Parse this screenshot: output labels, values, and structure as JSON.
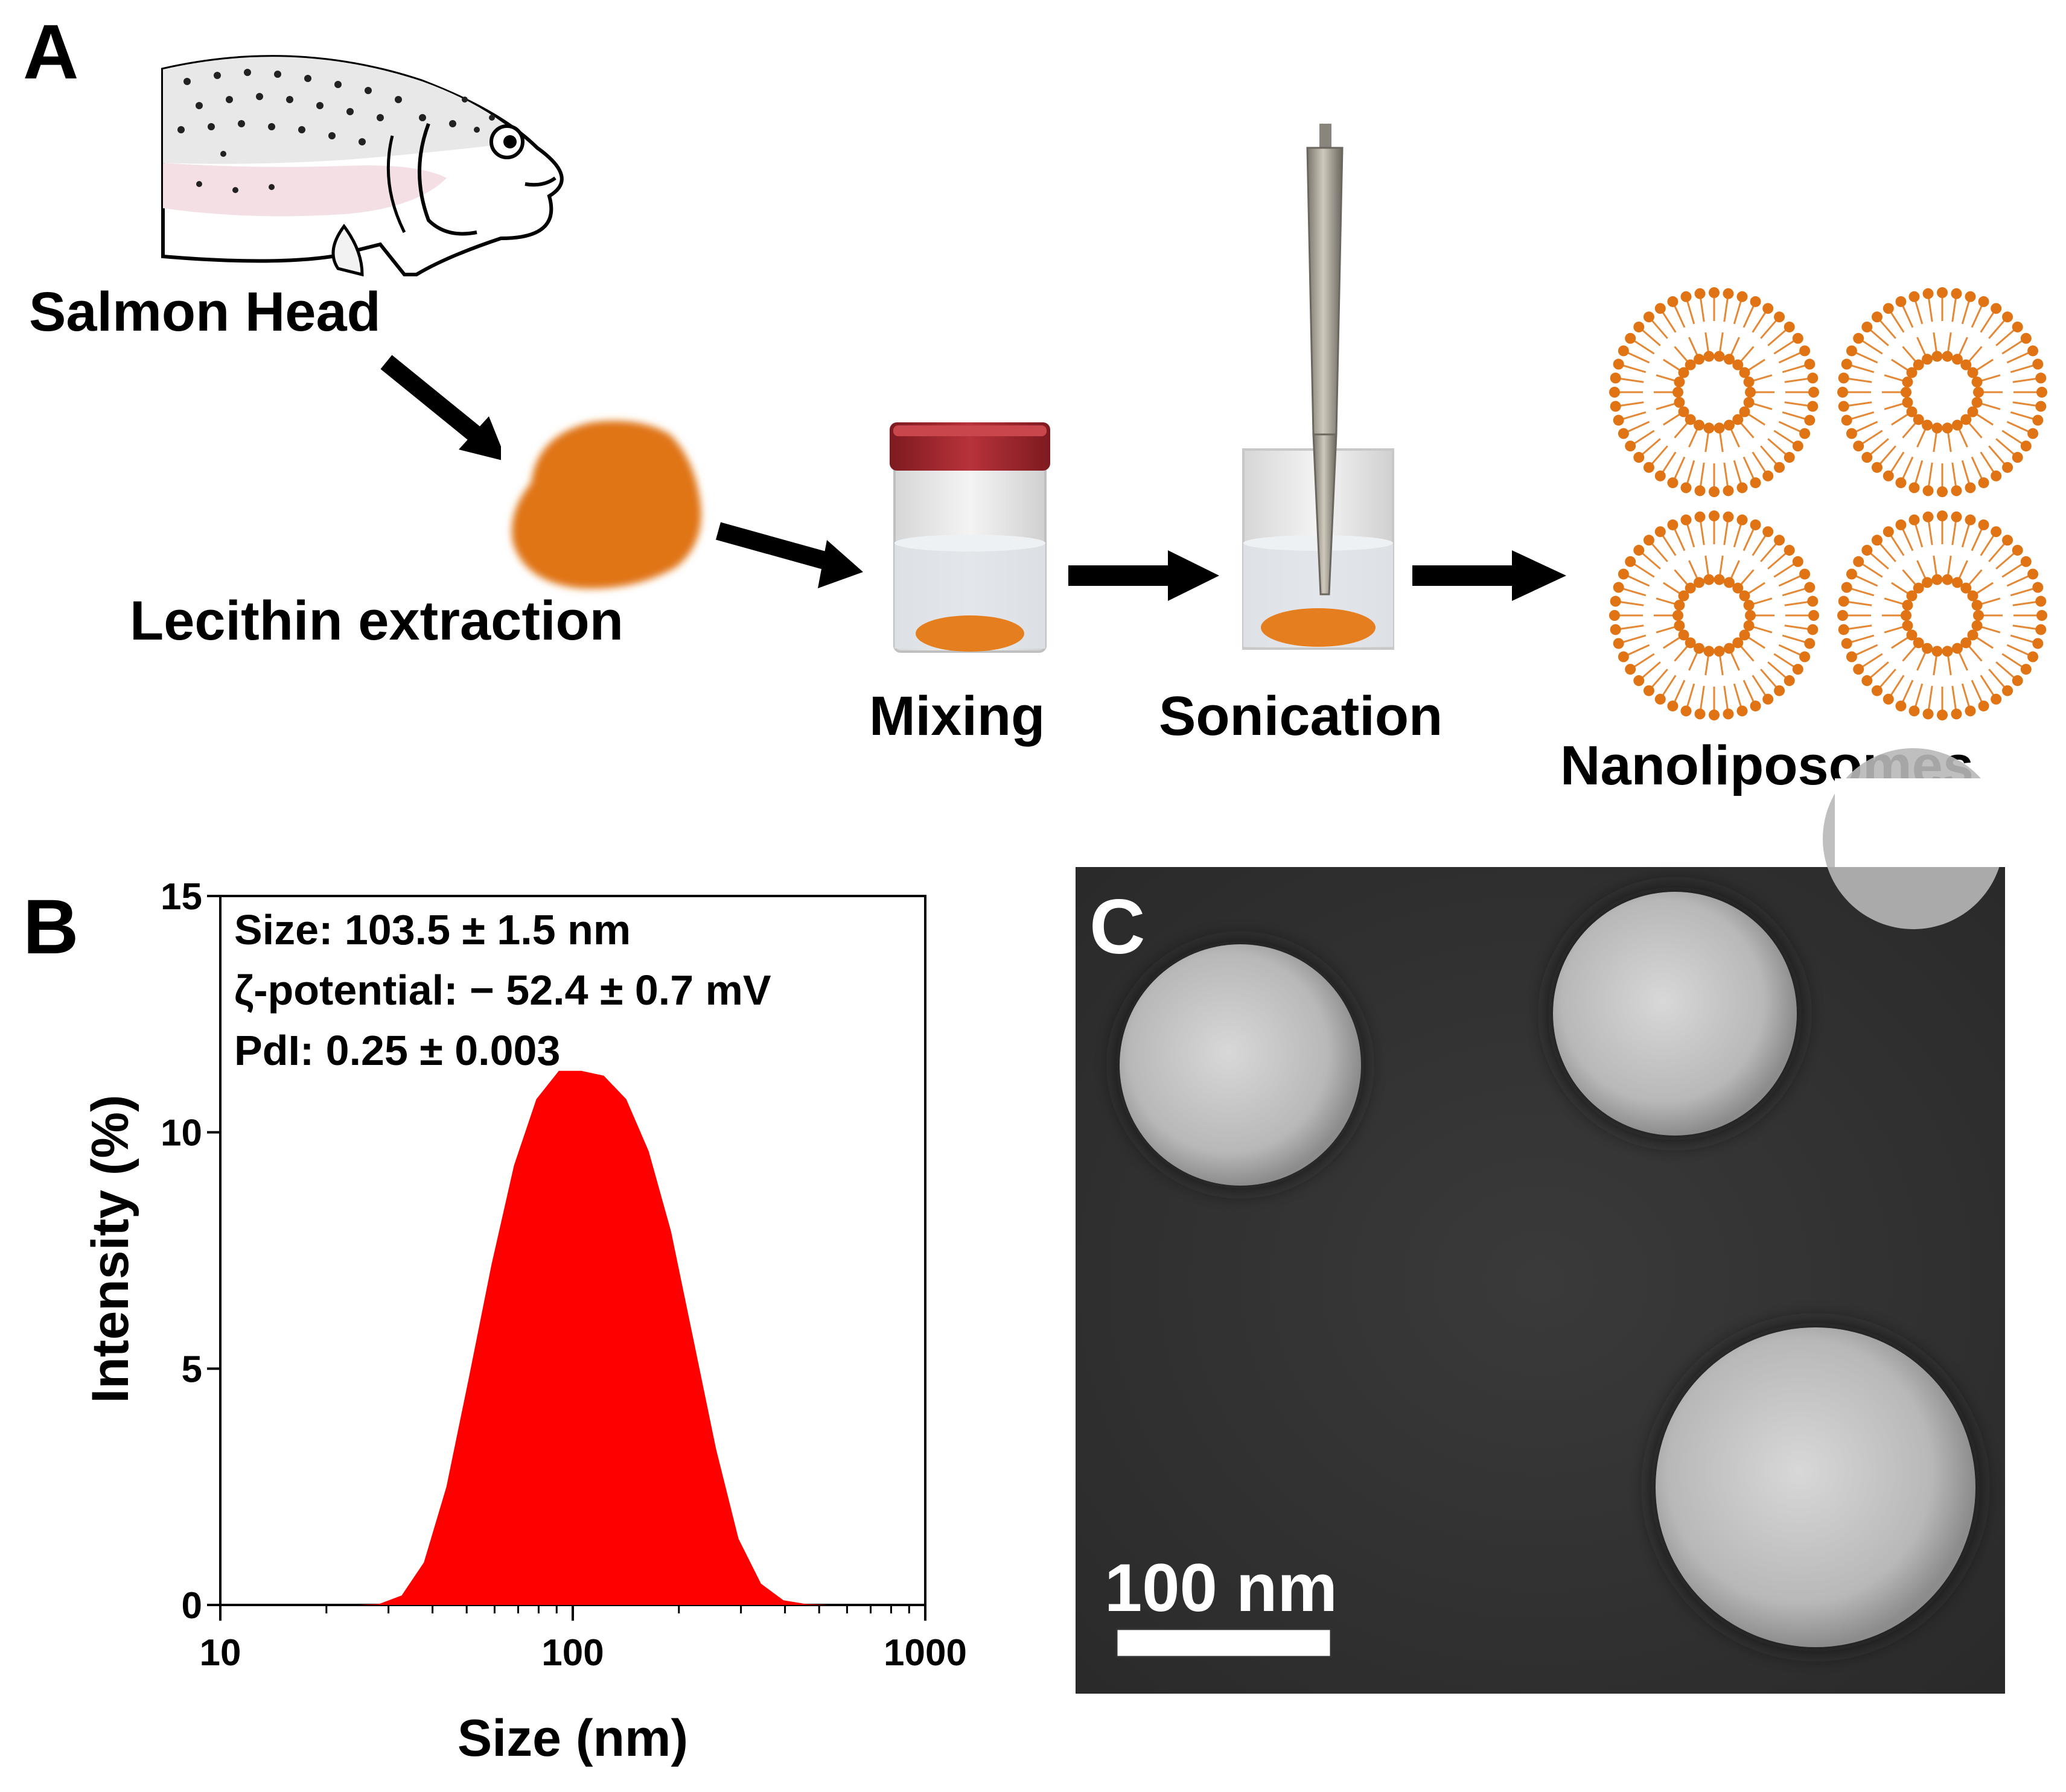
{
  "panel_a": {
    "letter": "A",
    "steps": {
      "salmon": "Salmon Head",
      "lecithin": "Lecithin extraction",
      "mixing": "Mixing",
      "sonication": "Sonication",
      "nanoliposomes": "Nanoliposomes"
    },
    "colors": {
      "lecithin": "#E07414",
      "cap": "#A8222A",
      "arrow": "#000000"
    }
  },
  "panel_b": {
    "letter": "B",
    "annotations": {
      "size": "Size: 103.5 ± 1.5 nm",
      "zeta": "ζ-potential: − 52.4 ± 0.7 mV",
      "pdi": "PdI:  0.25 ± 0.003"
    }
  },
  "panel_c": {
    "letter": "C",
    "scale_bar_label": "100 nm"
  },
  "chart_data": {
    "type": "area",
    "xlabel": "Size  (nm)",
    "ylabel": "Intensity  (%)",
    "x_scale": "log",
    "xlim": [
      10,
      1000
    ],
    "ylim": [
      0,
      15
    ],
    "x_ticks": [
      10,
      100,
      1000
    ],
    "y_ticks": [
      0,
      5,
      10,
      15
    ],
    "x_tick_labels": [
      "10",
      "100",
      "1000"
    ],
    "y_tick_labels": [
      "0",
      "5",
      "10",
      "15"
    ],
    "fill_color": "#FF0000",
    "x": [
      24.4,
      28.2,
      32.7,
      37.8,
      43.8,
      50.7,
      58.8,
      68.1,
      78.8,
      91.3,
      105.7,
      122.4,
      141.8,
      164.2,
      190.1,
      220.2,
      255.0,
      295.3,
      342.0,
      396.1,
      458.7,
      531.2,
      615.1
    ],
    "y": [
      0.0,
      0.02,
      0.2,
      0.9,
      2.5,
      4.8,
      7.2,
      9.3,
      10.7,
      11.3,
      11.3,
      11.2,
      10.7,
      9.6,
      7.9,
      5.6,
      3.3,
      1.4,
      0.45,
      0.1,
      0.02,
      0.0,
      0.0
    ]
  }
}
